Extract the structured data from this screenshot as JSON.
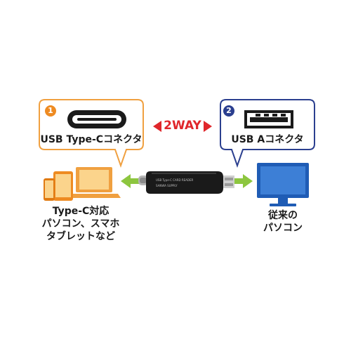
{
  "left_bubble": {
    "number": "1",
    "label": "USB Type-Cコネクタ"
  },
  "right_bubble": {
    "number": "2",
    "label": "USB Aコネクタ"
  },
  "center": {
    "label": "2WAY"
  },
  "device": {
    "label": "USB Type-C CARD READER",
    "sublabel": "SANWA SUPPLY"
  },
  "left_caption": {
    "line1": "Type-C対応",
    "line2": "パソコン、スマホ",
    "line3": "タブレットなど"
  },
  "right_caption": {
    "line1": "従来の",
    "line2": "パソコン"
  },
  "colors": {
    "orange": "#f0a040",
    "orange_dark": "#ee8b22",
    "blue": "#2b3f8f",
    "red": "#e0262b",
    "green": "#8dc63f",
    "monitor_blue": "#1f5cb5",
    "device_black": "#1a1a1a"
  },
  "icons": [
    "usb-c-port-icon",
    "usb-a-port-icon",
    "laptop-icon",
    "tablet-icon",
    "smartphone-icon",
    "monitor-icon",
    "card-reader-device"
  ]
}
